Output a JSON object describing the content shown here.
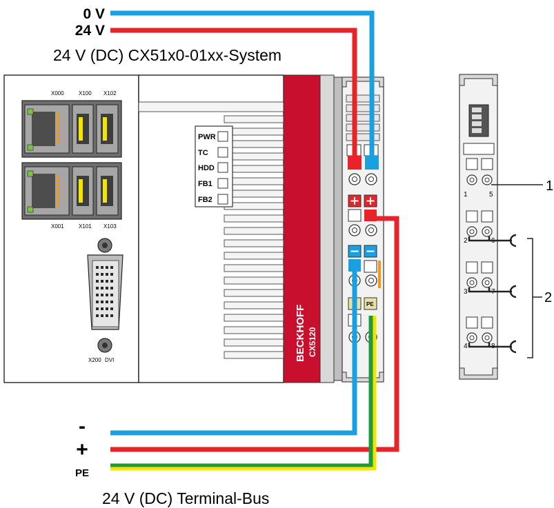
{
  "labels": {
    "zero_v": "0 V",
    "plus_24v": "24 V",
    "system_supply": "24 V (DC) CX51x0-01xx-System",
    "minus": "-",
    "plus": "+",
    "pe": "PE",
    "terminal_bus_supply": "24 V (DC) Terminal-Bus",
    "callout_1": "1",
    "callout_2": "2"
  },
  "ports": {
    "x000": "X000",
    "x100": "X100",
    "x102": "X102",
    "x001": "X001",
    "x101": "X101",
    "x103": "X103",
    "x200": "X200",
    "dvi": "DVI"
  },
  "leds": [
    "PWR",
    "TC",
    "HDD",
    "FB1",
    "FB2"
  ],
  "brand": {
    "name": "BECKHOFF",
    "model": "CX5120"
  },
  "terminal_pe": "PE",
  "module_numbers": [
    "1",
    "5",
    "2",
    "6",
    "3",
    "7",
    "4",
    "8"
  ],
  "colors": {
    "wire_blue": "#1aa0e0",
    "wire_red": "#e8232a",
    "wire_green": "#1e9a3c",
    "wire_yellow": "#f2e600",
    "brand_red": "#c8102e",
    "panel_gray": "#d9d9d9"
  }
}
